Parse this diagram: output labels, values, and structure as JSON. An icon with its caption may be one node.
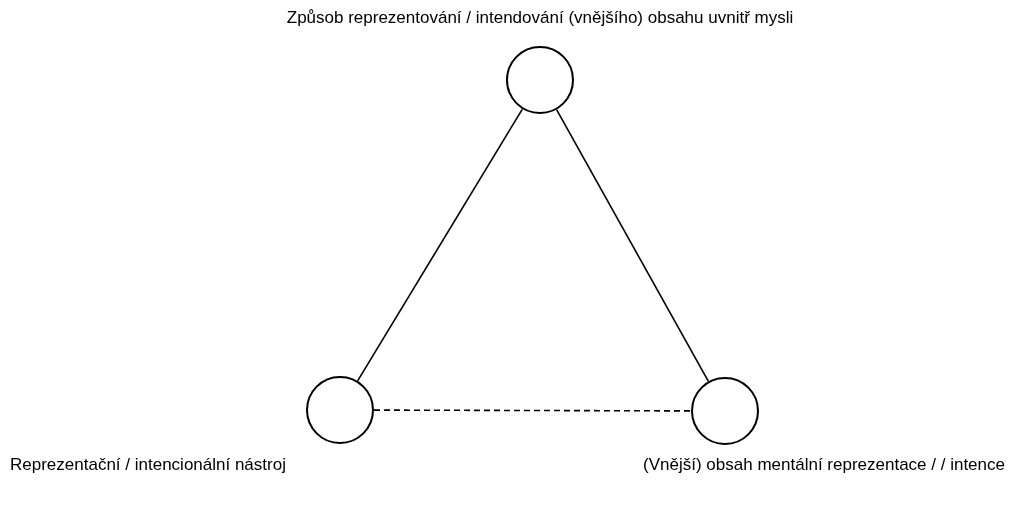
{
  "diagram": {
    "nodes": [
      {
        "text": [
          "Způsob reprezentování / intendování (vnějšího) obsahu uvnitř mysli"
        ]
      },
      {
        "text": [
          "Reprezentační / intencionální nástroj"
        ]
      },
      {
        "text": [
          "(Vnější) obsah mentální reprezentace / / intence"
        ]
      }
    ],
    "edges": [
      {
        "from": 0,
        "to": 1,
        "arrow": "none"
      },
      {
        "from": 0,
        "to": 2,
        "arrow": "none"
      },
      {
        "from": 1,
        "to": 2,
        "arrow": "none",
        "style": "dashed"
      }
    ]
  }
}
